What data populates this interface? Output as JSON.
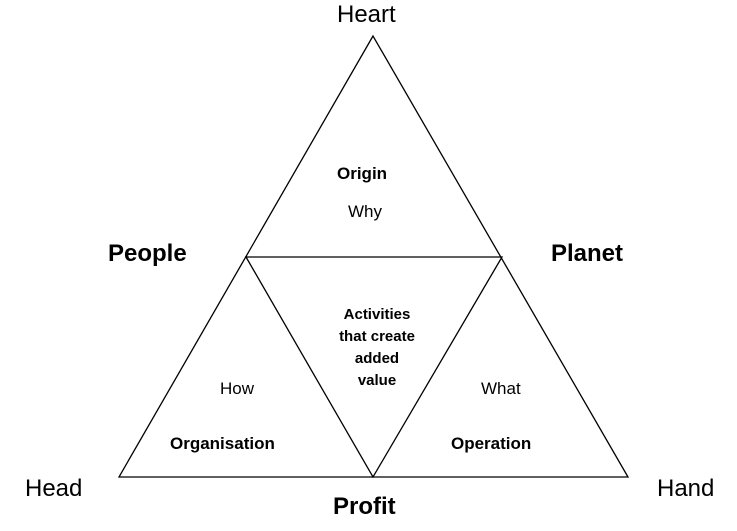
{
  "colors": {
    "background": "#ffffff",
    "stroke": "#000000",
    "text": "#000000"
  },
  "corners": {
    "top": "Heart",
    "bottom_left": "Head",
    "bottom_right": "Hand"
  },
  "sides": {
    "left": "People",
    "right": "Planet",
    "bottom": "Profit"
  },
  "sections": {
    "top": {
      "title": "Origin",
      "question": "Why"
    },
    "left": {
      "title": "Organisation",
      "question": "How"
    },
    "right": {
      "title": "Operation",
      "question": "What"
    },
    "center": {
      "lines": [
        "Activities",
        "that create",
        "added",
        "value"
      ]
    }
  }
}
